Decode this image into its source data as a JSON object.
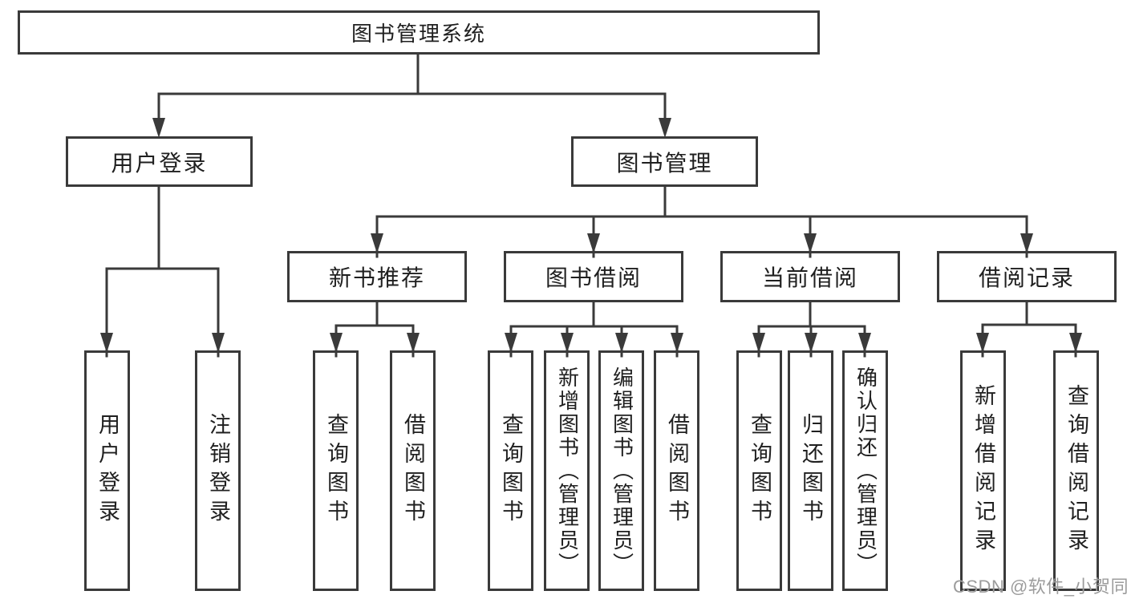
{
  "diagram_title": "图书管理系统",
  "colors": {
    "line": "#3a3a3a",
    "text": "#1f1f1f",
    "background": "#ffffff",
    "watermark": "#9c9c9c"
  },
  "watermark": {
    "text": "CSDN @软件_小贺同学"
  },
  "tree": {
    "root": {
      "label": "图书管理系统",
      "children": [
        {
          "label": "用户登录",
          "children": [
            {
              "label": "用户登录"
            },
            {
              "label": "注销登录"
            }
          ]
        },
        {
          "label": "图书管理",
          "children": [
            {
              "label": "新书推荐",
              "children": [
                {
                  "label": "查询图书"
                },
                {
                  "label": "借阅图书"
                }
              ]
            },
            {
              "label": "图书借阅",
              "children": [
                {
                  "label": "查询图书"
                },
                {
                  "label": "新增图书（管理员）"
                },
                {
                  "label": "编辑图书（管理员）"
                },
                {
                  "label": "借阅图书"
                }
              ]
            },
            {
              "label": "当前借阅",
              "children": [
                {
                  "label": "查询图书"
                },
                {
                  "label": "归还图书"
                },
                {
                  "label": "确认归还（管理员）"
                }
              ]
            },
            {
              "label": "借阅记录",
              "children": [
                {
                  "label": "新增借阅记录"
                },
                {
                  "label": "查询借阅记录"
                }
              ]
            }
          ]
        }
      ]
    }
  }
}
